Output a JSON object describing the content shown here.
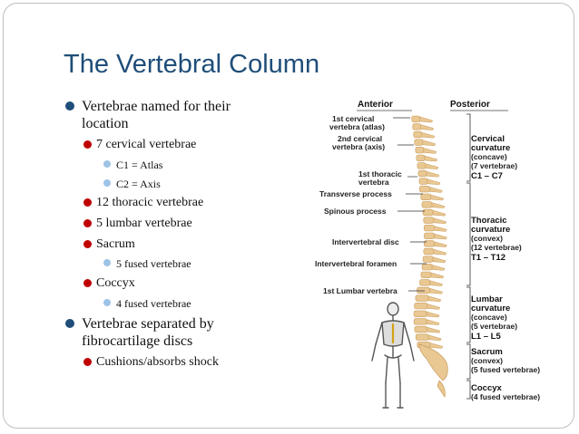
{
  "slide": {
    "title": "The Vertebral Column",
    "bullets": [
      {
        "level": 1,
        "text": "Vertebrae named for their location"
      },
      {
        "level": 2,
        "text": "7 cervical vertebrae"
      },
      {
        "level": 3,
        "text": "C1 = Atlas"
      },
      {
        "level": 3,
        "text": "C2 = Axis"
      },
      {
        "level": 2,
        "text": "12 thoracic vertebrae"
      },
      {
        "level": 2,
        "text": "5 lumbar vertebrae"
      },
      {
        "level": 2,
        "text": "Sacrum"
      },
      {
        "level": 3,
        "text": "5 fused vertebrae"
      },
      {
        "level": 2,
        "text": "Coccyx"
      },
      {
        "level": 3,
        "text": "4 fused vertebrae"
      },
      {
        "level": 1,
        "text": "Vertebrae separated by fibrocartilage discs"
      },
      {
        "level": 2,
        "text": "Cushions/absorbs shock"
      }
    ]
  },
  "diagram": {
    "headings": {
      "anterior": "Anterior",
      "posterior": "Posterior"
    },
    "left_labels": {
      "atlas_1": "1st cervical",
      "atlas_2": "vertebra (atlas)",
      "axis_1": "2nd cervical",
      "axis_2": "vertebra (axis)",
      "thoracic_1": "1st thoracic",
      "thoracic_2": "vertebra",
      "transverse": "Transverse process",
      "spinous": "Spinous process",
      "disc": "Intervertebral disc",
      "foramen": "Intervertebral foramen",
      "lumbar_first": "1st Lumbar vertebra"
    },
    "right_labels": {
      "cervical": [
        "Cervical",
        "curvature",
        "(concave)",
        "(7 vertebrae)",
        "C1 – C7"
      ],
      "thoracic": [
        "Thoracic",
        "curvature",
        "(convex)",
        "(12 vertebrae)",
        "T1 – T12"
      ],
      "lumbar": [
        "Lumbar",
        "curvature",
        "(concave)",
        "(5 vertebrae)",
        "L1 – L5"
      ],
      "sacrum": [
        "Sacrum",
        "(convex)",
        "(5 fused vertebrae)"
      ],
      "coccyx": [
        "Coccyx",
        "(4 fused vertebrae)"
      ]
    },
    "colors": {
      "bone": "#e9c893",
      "bone_dark": "#c99a5a",
      "title": "#1f4e79"
    }
  }
}
